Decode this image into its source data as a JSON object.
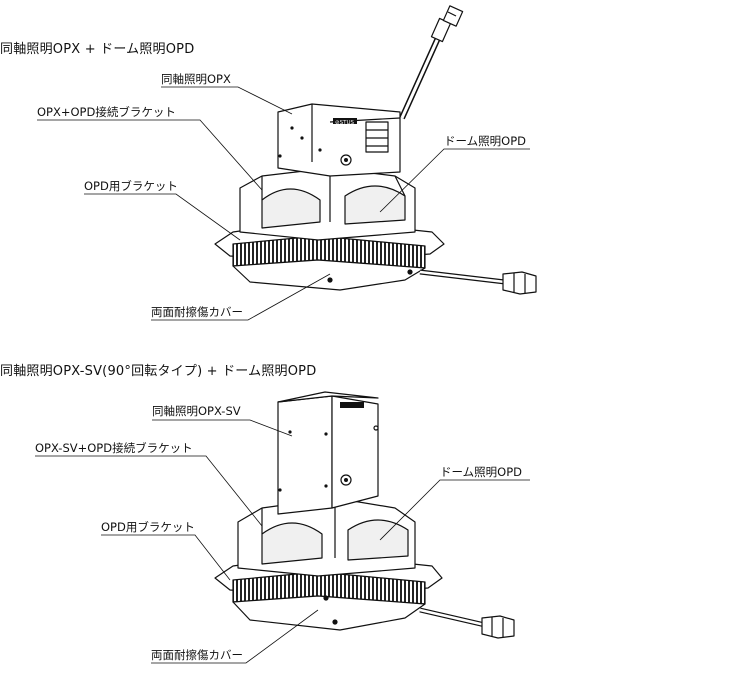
{
  "section1": {
    "title": "同軸照明OPX + ドーム照明OPD",
    "labels": {
      "opx": "同軸照明OPX",
      "bracket_joint": "OPX+OPD接続ブラケット",
      "dome": "ドーム照明OPD",
      "opd_bracket": "OPD用ブラケット",
      "cover": "両面耐擦傷カバー"
    },
    "logo_text": "⊘STUS"
  },
  "section2": {
    "title": "同軸照明OPX-SV(90°回転タイプ) + ドーム照明OPD",
    "labels": {
      "opx": "同軸照明OPX-SV",
      "bracket_joint": "OPX-SV+OPD接続ブラケット",
      "dome": "ドーム照明OPD",
      "opd_bracket": "OPD用ブラケット",
      "cover": "両面耐擦傷カバー"
    }
  }
}
